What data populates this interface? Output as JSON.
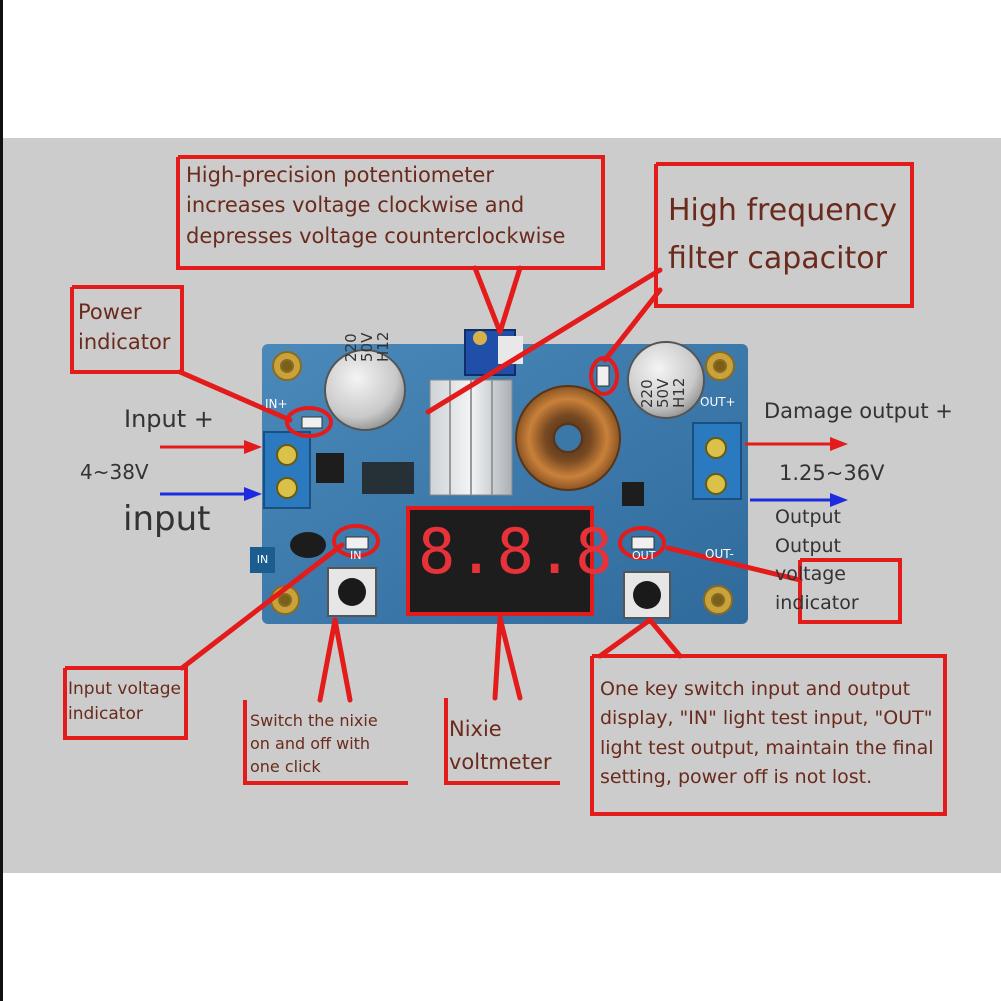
{
  "labels": {
    "potentiometer": "High-precision potentiometer\nincreases voltage clockwise and\ndepresses voltage counterclockwise",
    "capacitor": "High frequency\nfilter capacitor",
    "power_indicator": "Power\nindicator",
    "input_plus": "Input +",
    "input_range": "4~38V",
    "input": "input",
    "damage_output": "Damage output +",
    "output_range": "1.25~36V",
    "output_voltage_indicator": "Output\nOutput\nvoltage\nindicator",
    "input_voltage_indicator": "Input voltage\n indicator",
    "switch_nixie": "Switch the nixie\non and off with\none click",
    "nixie_voltmeter": "Nixie\nvoltmeter",
    "one_key_switch": "One key switch input and output\ndisplay, \"IN\" light test input, \"OUT\"\nlight test output, maintain the final\nsetting, power off is not lost."
  },
  "board": {
    "cap_left": "220\n50V\nH12",
    "cap_right": "220\n50V\nH12",
    "silk_in": "IN+",
    "silk_out": "OUT+",
    "silk_out_minus": "OUT-",
    "silk_in_led": "IN",
    "silk_out_led": "OUT",
    "tag_in": "IN",
    "display": "8.8.8"
  },
  "colors": {
    "annotation": "#e41b1b",
    "arrow_input_plus": "#e41b1b",
    "arrow_input_minus": "#1d2be0",
    "arrow_output_plus": "#e41b1b",
    "arrow_output_minus": "#1d2be0",
    "pcb": "#3b78a8",
    "terminal": "#2b7ac0",
    "display_segment": "#e8323a"
  }
}
